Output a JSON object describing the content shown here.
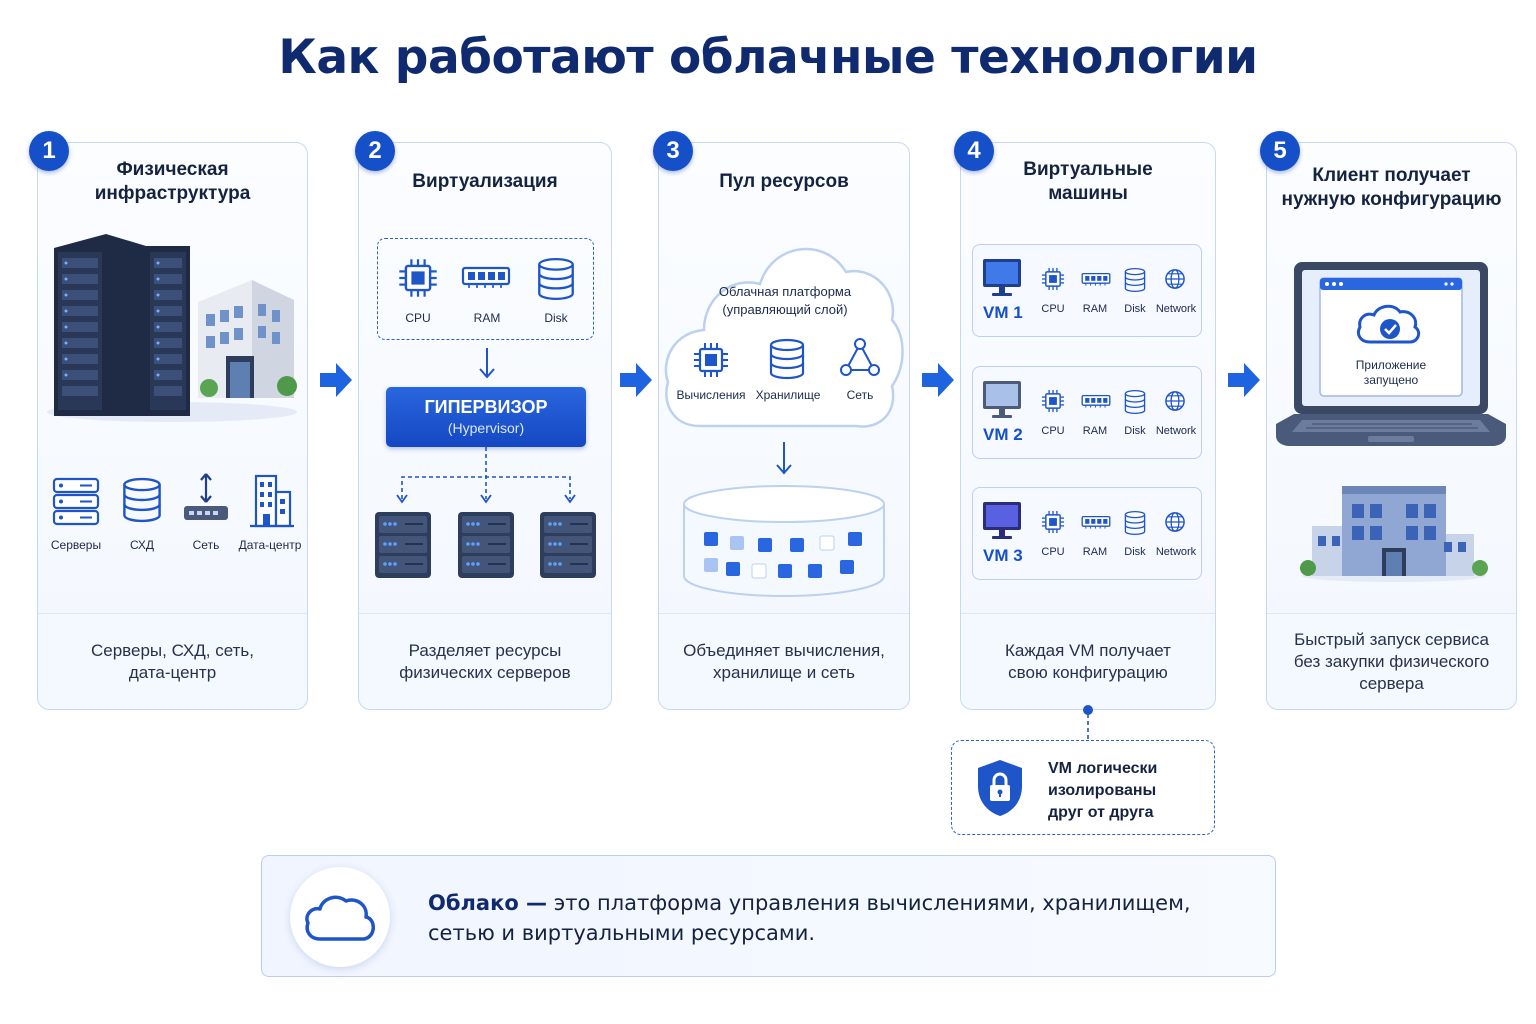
{
  "title": "Как работают облачные технологии",
  "steps": [
    {
      "num": "1",
      "title": "Физическая\nинфраструктура",
      "items": [
        "Серверы",
        "СХД",
        "Сеть",
        "Дата-центр"
      ],
      "caption": "Серверы, СХД, сеть,\nдата-центр"
    },
    {
      "num": "2",
      "title": "Виртуализация",
      "resources": [
        "CPU",
        "RAM",
        "Disk"
      ],
      "hypervisor": "ГИПЕРВИЗОР",
      "hypervisor_sub": "(Hypervisor)",
      "caption": "Разделяет ресурсы\nфизических серверов"
    },
    {
      "num": "3",
      "title": "Пул ресурсов",
      "cloud_title": "Облачная платформа\n(управляющий слой)",
      "cloud_items": [
        "Вычисления",
        "Хранилище",
        "Сеть"
      ],
      "caption": "Объединяет вычисления,\nхранилище и сеть"
    },
    {
      "num": "4",
      "title": "Виртуальные\nмашины",
      "vms": [
        "VM 1",
        "VM 2",
        "VM 3"
      ],
      "vm_resources": [
        "CPU",
        "RAM",
        "Disk",
        "Network"
      ],
      "caption": "Каждая VM получает\nсвою конфигурацию"
    },
    {
      "num": "5",
      "title": "Клиент получает\nнужную конфигурацию",
      "screen_text": "Приложение\nзапущено",
      "caption": "Быстрый запуск сервиса\nбез закупки физического\nсервера"
    }
  ],
  "isolation_note": "VM логически\nизолированы\nдруг от друга",
  "summary": {
    "bold": "Облако —",
    "text": " это платформа управления вычислениями, хранилищем, сетью и виртуальными ресурсами."
  },
  "colors": {
    "accent": "#1550c8",
    "title": "#0f2a6e",
    "border": "#c9d8f2"
  }
}
